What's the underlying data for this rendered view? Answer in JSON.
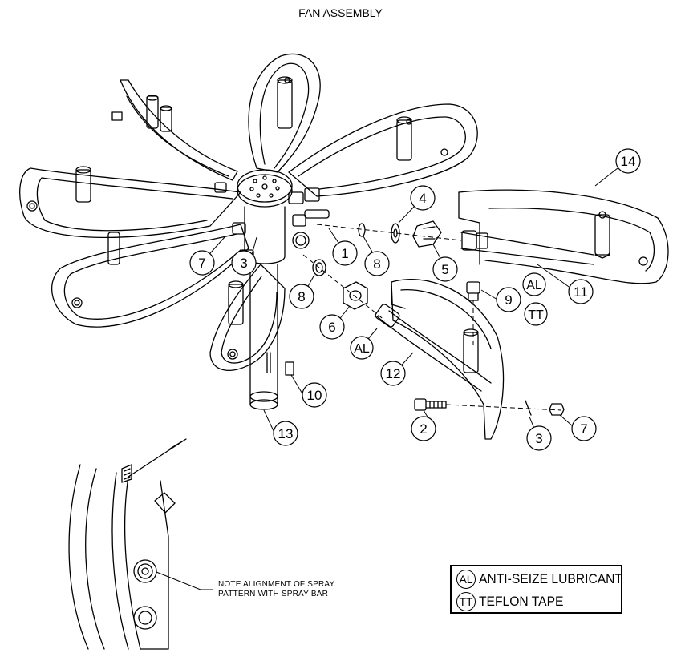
{
  "title": "FAN ASSEMBLY",
  "callouts": [
    "1",
    "2",
    "3",
    "3",
    "4",
    "5",
    "6",
    "7",
    "7",
    "8",
    "8",
    "9",
    "10",
    "11",
    "12",
    "13",
    "14"
  ],
  "callout_list": [
    {
      "label": "14"
    },
    {
      "label": "4"
    },
    {
      "label": "1"
    },
    {
      "label": "8"
    },
    {
      "label": "5"
    },
    {
      "label": "7"
    },
    {
      "label": "3"
    },
    {
      "label": "8"
    },
    {
      "label": "6"
    },
    {
      "label": "9"
    },
    {
      "label": "11"
    },
    {
      "label": "10"
    },
    {
      "label": "12"
    },
    {
      "label": "2"
    },
    {
      "label": "3"
    },
    {
      "label": "7"
    },
    {
      "label": "13"
    }
  ],
  "inline_symbols": [
    {
      "label": "AL"
    },
    {
      "label": "TT"
    },
    {
      "label": "AL"
    }
  ],
  "note": {
    "line1": "NOTE ALIGNMENT OF SPRAY",
    "line2": "PATTERN WITH SPRAY BAR"
  },
  "legend": {
    "items": [
      {
        "symbol": "AL",
        "text": "ANTI-SEIZE LUBRICANT"
      },
      {
        "symbol": "TT",
        "text": "TEFLON TAPE"
      }
    ]
  },
  "colors": {
    "line": "#000000",
    "background": "#ffffff"
  }
}
